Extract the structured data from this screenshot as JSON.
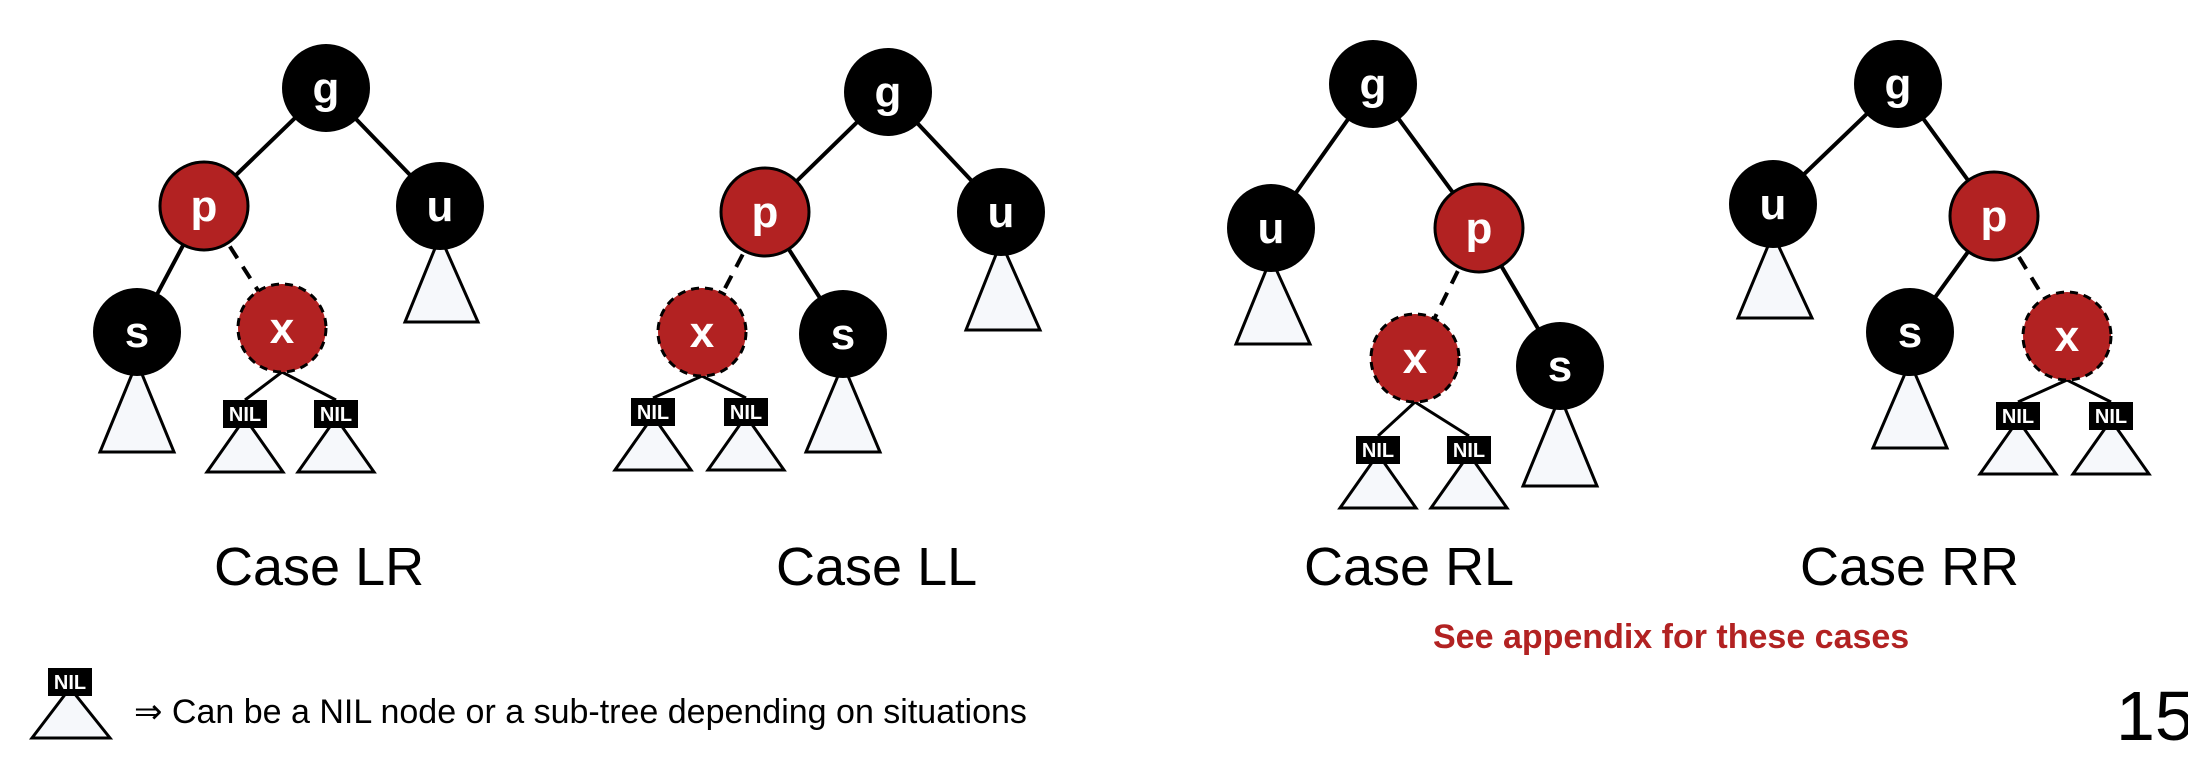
{
  "colors": {
    "red": "#b22222",
    "black": "#000000",
    "subtree_fill": "#f6f8fb"
  },
  "node_labels": {
    "g": "g",
    "p": "p",
    "u": "u",
    "s": "s",
    "x": "x",
    "nil": "NIL"
  },
  "cases": [
    {
      "id": "LR",
      "caption": "Case LR"
    },
    {
      "id": "LL",
      "caption": "Case LL"
    },
    {
      "id": "RL",
      "caption": "Case RL"
    },
    {
      "id": "RR",
      "caption": "Case RR"
    }
  ],
  "appendix_note": "See appendix for these cases",
  "legend": {
    "icon_label": "NIL",
    "text": "⇒ Can be a NIL node or a sub-tree depending on situations"
  },
  "page_number": "15"
}
